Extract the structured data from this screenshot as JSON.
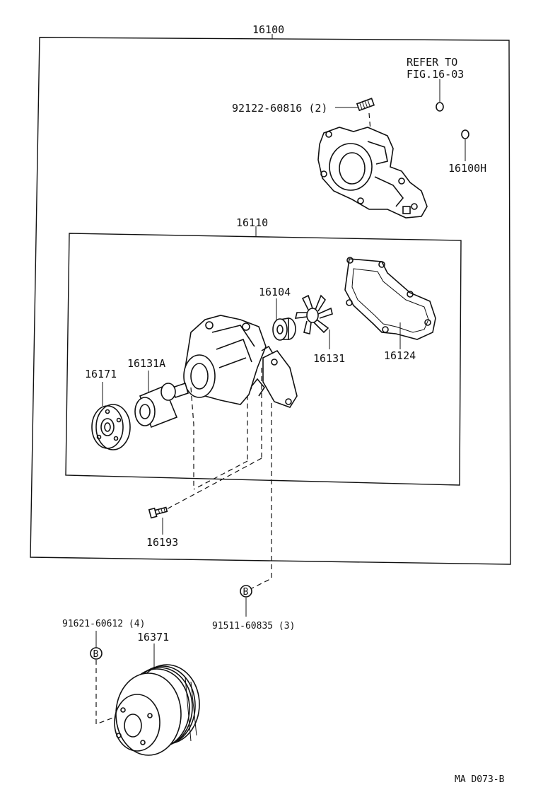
{
  "labels": {
    "assy_top": "16100",
    "refer_line1": "REFER TO",
    "refer_line2": "FIG.16-03",
    "stud": "92122-60816 (2)",
    "oring": "16100H",
    "sub_assy": "16110",
    "seal": "16104",
    "impeller": "16131",
    "gasket": "16124",
    "seat": "16171",
    "bearing": "16131A",
    "bolt": "16193",
    "nut_code": "91511-60835 (3)",
    "bolt_code": "91621-60612 (4)",
    "pulley": "16371",
    "marker_b1": "B",
    "marker_b2": "B",
    "footer": "MA D073-B"
  }
}
